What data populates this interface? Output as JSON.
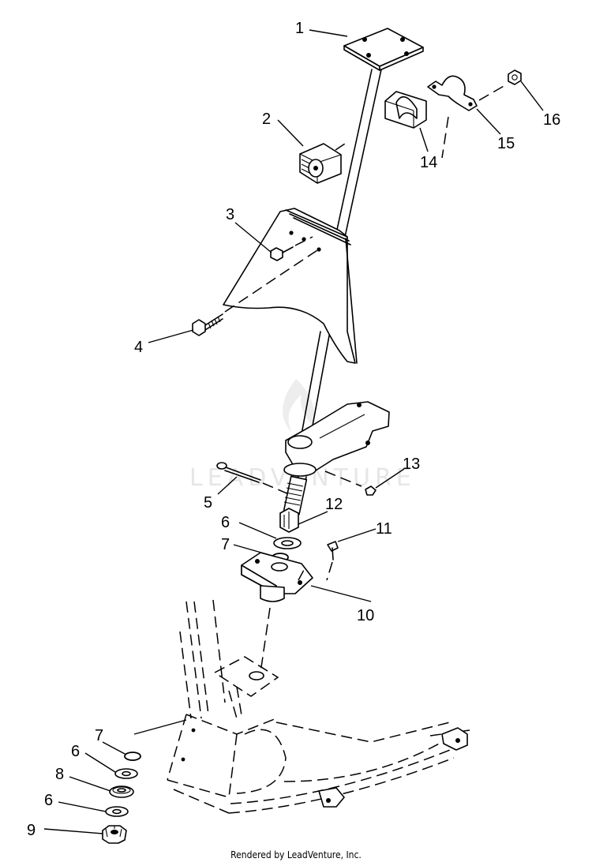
{
  "watermark": "LEADVENTURE",
  "credit": "Rendered by LeadVenture, Inc.",
  "callouts": [
    {
      "id": "c1",
      "label": "1"
    },
    {
      "id": "c2",
      "label": "2"
    },
    {
      "id": "c3",
      "label": "3"
    },
    {
      "id": "c4",
      "label": "4"
    },
    {
      "id": "c5",
      "label": "5"
    },
    {
      "id": "c6a",
      "label": "6"
    },
    {
      "id": "c6b",
      "label": "6"
    },
    {
      "id": "c6c",
      "label": "6"
    },
    {
      "id": "c7a",
      "label": "7"
    },
    {
      "id": "c7b",
      "label": "7"
    },
    {
      "id": "c8",
      "label": "8"
    },
    {
      "id": "c9",
      "label": "9"
    },
    {
      "id": "c10",
      "label": "10"
    },
    {
      "id": "c11",
      "label": "11"
    },
    {
      "id": "c12",
      "label": "12"
    },
    {
      "id": "c13",
      "label": "13"
    },
    {
      "id": "c14",
      "label": "14"
    },
    {
      "id": "c15",
      "label": "15"
    },
    {
      "id": "c16",
      "label": "16"
    }
  ]
}
